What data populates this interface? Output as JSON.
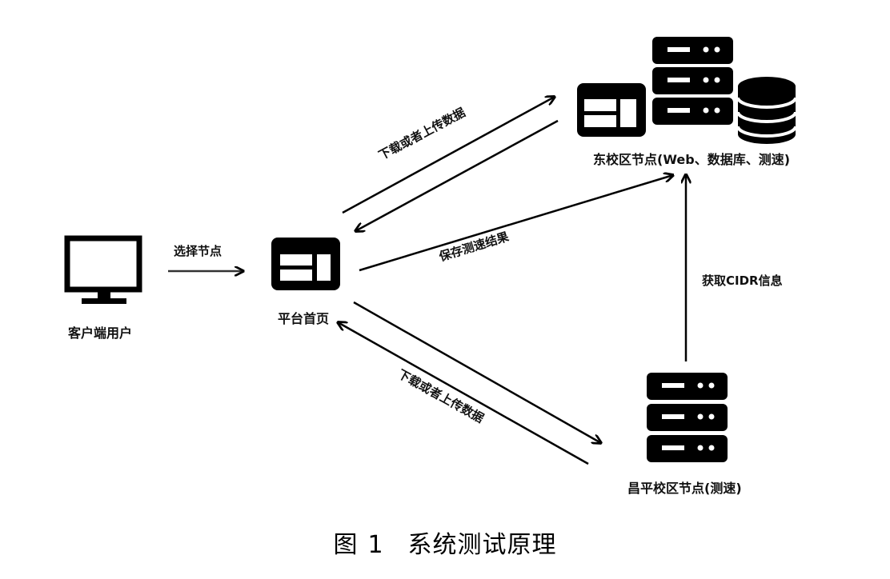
{
  "nodes": {
    "client": {
      "label": "客户端用户",
      "icon": "monitor-icon"
    },
    "platform": {
      "label": "平台首页",
      "icon": "webpage-icon"
    },
    "east": {
      "label": "东校区节点(Web、数据库、测速)",
      "icons": [
        "webpage-icon",
        "server-rack-icon",
        "database-icon"
      ]
    },
    "changping": {
      "label": "昌平校区节点(测速)",
      "icon": "server-rack-icon"
    }
  },
  "edges": {
    "select_node": "选择节点",
    "transfer_east": "下载或者上传数据",
    "save_result": "保存测速结果",
    "get_cidr": "获取CIDR信息",
    "transfer_changping": "下载或者上传数据"
  },
  "caption": {
    "fig": "图",
    "num": "1",
    "title": "系统测试原理"
  }
}
